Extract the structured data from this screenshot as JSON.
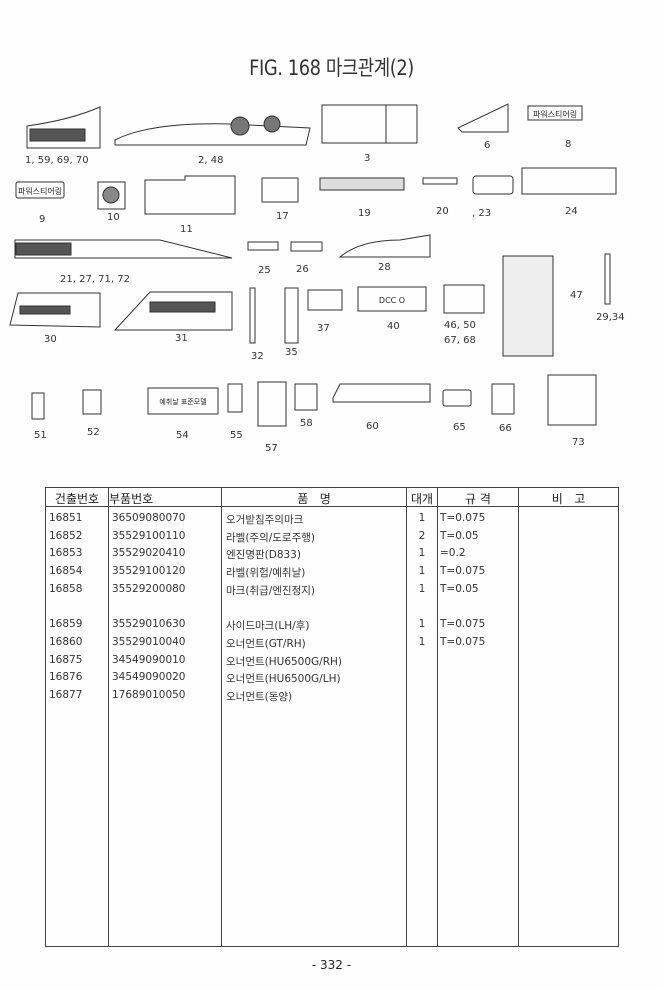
{
  "title": "FIG. 168 마크관계(2)",
  "callouts": [
    "1, 59, 69, 70",
    "2, 48",
    "3",
    "6",
    "8",
    "9",
    "10",
    "11",
    "17",
    "19",
    "20",
    ", 23",
    "24",
    "21, 27, 71, 72",
    "25",
    "26",
    "28",
    "47",
    "29,34",
    "30",
    "31",
    "32",
    "35",
    "37",
    "40",
    "46, 50",
    "67, 68",
    "51",
    "52",
    "54",
    "55",
    "57",
    "58",
    "60",
    "65",
    "66",
    "73"
  ],
  "art_text": {
    "sticker_8": "파워스티어링",
    "sticker_9": "파워스티어링",
    "plate_40": "DCC O",
    "label_54": "예취날 표준모델"
  },
  "table": {
    "headers": [
      "건출번호",
      "부품번호",
      "품   명",
      "대개",
      "규 격",
      "비   고"
    ],
    "rows": [
      [
        "16851",
        "36509080070",
        "오거받침주의마크",
        "1",
        "T=0.075"
      ],
      [
        "16852",
        "35529100110",
        "라벨(주의/도로주행)",
        "2",
        "T=0.05"
      ],
      [
        "16853",
        "35529020410",
        "엔진명판(D833)",
        "1",
        "=0.2"
      ],
      [
        "16854",
        "35529100120",
        "라벨(위험/예취날)",
        "1",
        "T=0.075"
      ],
      [
        "16858",
        "35529200080",
        "마크(취급/엔진정지)",
        "1",
        "T=0.05"
      ],
      [
        "",
        "",
        "",
        "",
        ""
      ],
      [
        "16859",
        "35529010630",
        "사이드마크(LH/후)",
        "1",
        "T=0.075"
      ],
      [
        "16860",
        "35529010040",
        "오너먼트(GT/RH)",
        "1",
        "T=0.075"
      ],
      [
        "16875",
        "34549090010",
        "오너먼트(HU6500G/RH)",
        "",
        ""
      ],
      [
        "16876",
        "34549090020",
        "오너먼트(HU6500G/LH)",
        "",
        ""
      ],
      [
        "16877",
        "17689010050",
        "오너먼트(동양)",
        "",
        ""
      ]
    ]
  },
  "page_number": "- 332 -"
}
